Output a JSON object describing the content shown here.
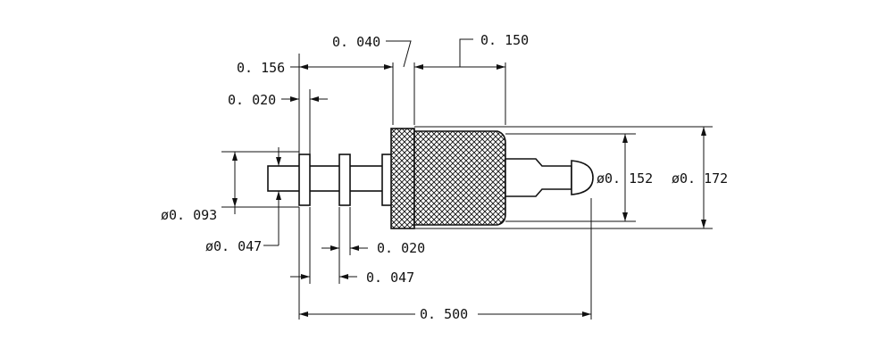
{
  "dimensions": {
    "top_left_overall": "0. 156",
    "flange_gap": "0. 040",
    "knurl_to_collar": "0. 150",
    "flange_thickness_top": "0. 020",
    "flange_diameter": "ø0. 093",
    "shaft_diameter": "ø0. 047",
    "flange_thickness_bottom": "0. 020",
    "flange_spacing": "0. 047",
    "overall_length": "0. 500",
    "knurl_diameter": "ø0. 152",
    "outer_diameter": "ø0. 172"
  },
  "colors": {
    "ink": "#111111",
    "paper": "#ffffff"
  }
}
